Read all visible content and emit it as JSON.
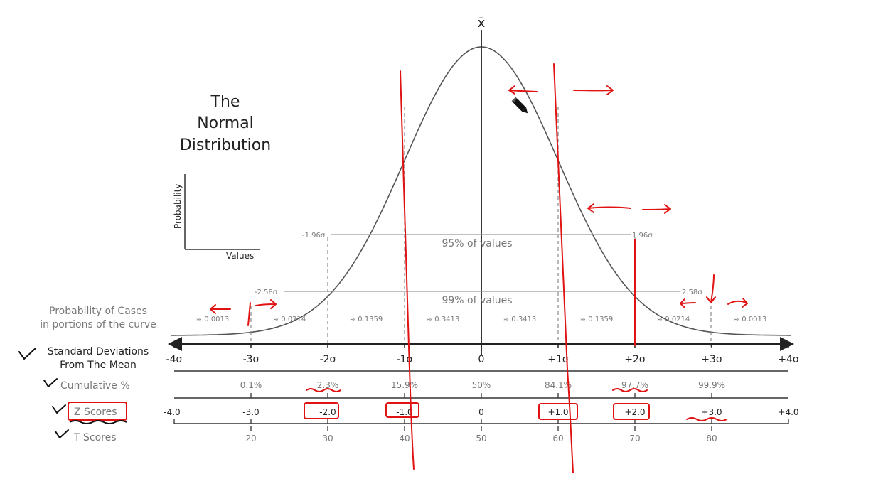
{
  "title": [
    "The",
    "Normal",
    "Distribution"
  ],
  "mean_symbol": "x̄",
  "inset": {
    "ylabel": "Probability",
    "xlabel": "Values"
  },
  "critical": {
    "neg196": "-1.96σ",
    "pos196": "1.96σ",
    "neg258": "-2.58σ",
    "pos258": "2.58σ"
  },
  "bands": {
    "p95": "95% of values",
    "p99": "99% of values"
  },
  "row_labels": {
    "probability": [
      "Probability of Cases",
      "in portions of the curve"
    ],
    "std": [
      "Standard Deviations",
      "From The Mean"
    ],
    "cumulative": "Cumulative %",
    "z": "Z Scores",
    "t": "T Scores"
  },
  "proportions": [
    "≈ 0.0013",
    "≈ 0.0214",
    "≈ 0.1359",
    "≈ 0.3413",
    "≈ 0.3413",
    "≈ 0.1359",
    "≈ 0.0214",
    "≈ 0.0013"
  ],
  "sigma_ticks": [
    "-4σ",
    "-3σ",
    "-2σ",
    "-1σ",
    "0",
    "+1σ",
    "+2σ",
    "+3σ",
    "+4σ"
  ],
  "cumulative": [
    "0.1%",
    "2.3%",
    "15.9%",
    "50%",
    "84.1%",
    "97.7%",
    "99.9%"
  ],
  "z_scores": [
    "-4.0",
    "-3.0",
    "-2.0",
    "-1.0",
    "0",
    "+1.0",
    "+2.0",
    "+3.0",
    "+4.0"
  ],
  "t_scores": [
    "20",
    "30",
    "40",
    "50",
    "60",
    "70",
    "80"
  ],
  "colors": {
    "annotation": "#e01212",
    "curve": "#555555",
    "labels": "#777777"
  }
}
